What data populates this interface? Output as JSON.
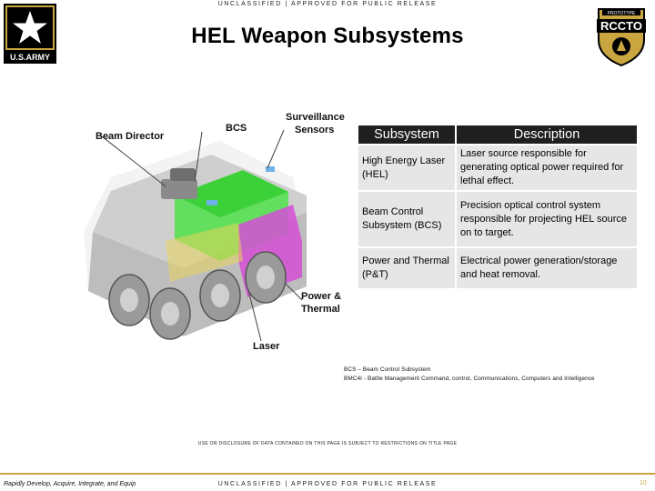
{
  "banner": {
    "top": "UNCLASSIFIED | APPROVED FOR PUBLIC RELEASE"
  },
  "logos": {
    "army_text": "U.S.ARMY",
    "rccto_top": "PROTOTYPE",
    "rccto_name": "RCCTO"
  },
  "title": "HEL Weapon Subsystems",
  "figure": {
    "labels": {
      "beam_director": "Beam Director",
      "bcs": "BCS",
      "surveillance": "Surveillance",
      "sensors": "Sensors",
      "power": "Power &",
      "thermal": "Thermal",
      "laser": "Laser"
    }
  },
  "table": {
    "headers": [
      "Subsystem",
      "Description"
    ],
    "rows": [
      {
        "name": "High Energy Laser (HEL)",
        "description": "Laser source responsible for generating optical power required for lethal effect."
      },
      {
        "name": "Beam Control Subsystem (BCS)",
        "description": "Precision optical control system responsible for projecting HEL source on to target."
      },
      {
        "name": "Power and Thermal (P&T)",
        "description": "Electrical power generation/storage and heat removal."
      }
    ]
  },
  "notes": [
    "BCS – Beam Control Subsystem",
    "BMC4I - Battle Management Command, control, Communications, Computers and Intelligence"
  ],
  "disclosure": "USE OR DISCLOSURE OF DATA CONTAINED ON THIS PAGE IS SUBJECT TO RESTRICTIONS ON TITLE PAGE",
  "footer": {
    "left": "Rapidly Develop, Acquire, Integrate, and Equip",
    "center": "UNCLASSIFIED | APPROVED FOR PUBLIC RELEASE",
    "page": "10"
  },
  "colors": {
    "gold": "#c9a640",
    "laser_green": "#4fe24a",
    "power_magenta": "#d64fd6"
  }
}
